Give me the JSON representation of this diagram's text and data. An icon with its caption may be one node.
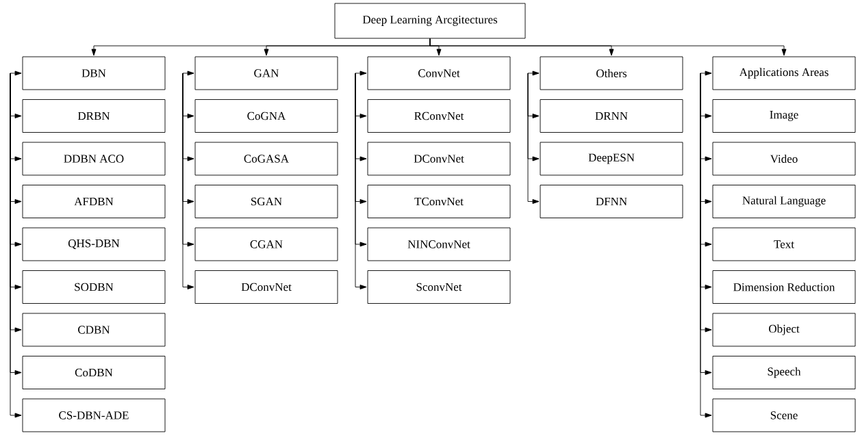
{
  "diagram": {
    "nodes": [
      {
        "text": [
          "Deep Learning Arcgitectures"
        ]
      },
      {
        "text": [
          "DBN"
        ]
      },
      {
        "text": [
          "DRBN"
        ]
      },
      {
        "text": [
          "DDBN ACO"
        ]
      },
      {
        "text": [
          "AFDBN"
        ]
      },
      {
        "text": [
          "QHS-DBN"
        ]
      },
      {
        "text": [
          "SODBN"
        ]
      },
      {
        "text": [
          "CDBN"
        ]
      },
      {
        "text": [
          "CoDBN"
        ]
      },
      {
        "text": [
          "CS-DBN-ADE"
        ]
      },
      {
        "text": [
          "GAN"
        ]
      },
      {
        "text": [
          "CoGNA"
        ]
      },
      {
        "text": [
          "CoGASA"
        ]
      },
      {
        "text": [
          "SGAN"
        ]
      },
      {
        "text": [
          "CGAN"
        ]
      },
      {
        "text": [
          "DConvNet"
        ]
      },
      {
        "text": [
          "ConvNet"
        ]
      },
      {
        "text": [
          "RConvNet"
        ]
      },
      {
        "text": [
          "DConvNet"
        ]
      },
      {
        "text": [
          "TConvNet"
        ]
      },
      {
        "text": [
          "NINConvNet"
        ]
      },
      {
        "text": [
          "SconvNet"
        ]
      },
      {
        "text": [
          "Others"
        ]
      },
      {
        "text": [
          "DRNN"
        ]
      },
      {
        "text": [
          "DeepESN"
        ]
      },
      {
        "text": [
          "DFNN"
        ]
      },
      {
        "text": [
          "Applications Areas"
        ]
      },
      {
        "text": [
          "Image"
        ]
      },
      {
        "text": [
          "Video"
        ]
      },
      {
        "text": [
          "Natural Language"
        ]
      },
      {
        "text": [
          "Text"
        ]
      },
      {
        "text": [
          "Dimension Reduction"
        ]
      },
      {
        "text": [
          "Object"
        ]
      },
      {
        "text": [
          "Speech"
        ]
      },
      {
        "text": [
          "Scene"
        ]
      }
    ],
    "edges": [
      {
        "from": 0,
        "to": 1,
        "arrow": "to"
      },
      {
        "from": 0,
        "to": 10,
        "arrow": "to"
      },
      {
        "from": 0,
        "to": 16,
        "arrow": "to"
      },
      {
        "from": 0,
        "to": 22,
        "arrow": "to"
      },
      {
        "from": 0,
        "to": 26,
        "arrow": "to"
      },
      {
        "from": null,
        "to": 1,
        "arrow": "to"
      },
      {
        "from": null,
        "to": 2,
        "arrow": "to"
      },
      {
        "from": null,
        "to": 3,
        "arrow": "to"
      },
      {
        "from": null,
        "to": 4,
        "arrow": "to"
      },
      {
        "from": null,
        "to": 5,
        "arrow": "to"
      },
      {
        "from": null,
        "to": 6,
        "arrow": "to"
      },
      {
        "from": null,
        "to": 7,
        "arrow": "to"
      },
      {
        "from": null,
        "to": 8,
        "arrow": "to"
      },
      {
        "from": null,
        "to": 9,
        "arrow": "to"
      },
      {
        "from": null,
        "to": 10,
        "arrow": "to"
      },
      {
        "from": null,
        "to": 11,
        "arrow": "to"
      },
      {
        "from": null,
        "to": 12,
        "arrow": "to"
      },
      {
        "from": null,
        "to": 13,
        "arrow": "to"
      },
      {
        "from": null,
        "to": 14,
        "arrow": "to"
      },
      {
        "from": null,
        "to": 15,
        "arrow": "to"
      },
      {
        "from": null,
        "to": 16,
        "arrow": "to"
      },
      {
        "from": null,
        "to": 17,
        "arrow": "to"
      },
      {
        "from": null,
        "to": 18,
        "arrow": "to"
      },
      {
        "from": null,
        "to": 19,
        "arrow": "to"
      },
      {
        "from": null,
        "to": 20,
        "arrow": "to"
      },
      {
        "from": null,
        "to": 21,
        "arrow": "to"
      },
      {
        "from": null,
        "to": 22,
        "arrow": "to"
      },
      {
        "from": null,
        "to": 23,
        "arrow": "to"
      },
      {
        "from": null,
        "to": 24,
        "arrow": "to"
      },
      {
        "from": null,
        "to": 25,
        "arrow": "to"
      },
      {
        "from": null,
        "to": 26,
        "arrow": "to"
      },
      {
        "from": null,
        "to": 27,
        "arrow": "to"
      },
      {
        "from": null,
        "to": 28,
        "arrow": "to"
      },
      {
        "from": null,
        "to": 29,
        "arrow": "to"
      },
      {
        "from": null,
        "to": 30,
        "arrow": "to"
      },
      {
        "from": null,
        "to": 31,
        "arrow": "to"
      },
      {
        "from": null,
        "to": 32,
        "arrow": "to"
      },
      {
        "from": null,
        "to": 33,
        "arrow": "to"
      },
      {
        "from": null,
        "to": 34,
        "arrow": "to"
      }
    ]
  }
}
